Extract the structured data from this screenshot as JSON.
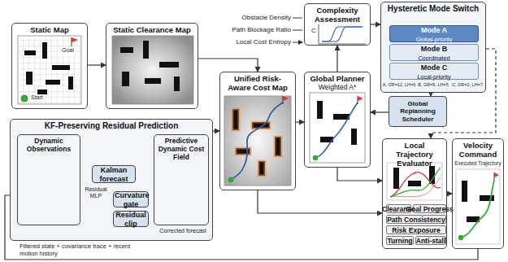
{
  "diagram": {
    "nodes": [
      {
        "text": [
          "Static Map"
        ]
      },
      {
        "text": [
          "Static Clearance Map"
        ]
      },
      {
        "text": [
          "Complexity Assessment"
        ]
      },
      {
        "text": [
          "Hysteretic Mode Switch"
        ]
      },
      {
        "text": [
          "Mode A",
          "Global-priority"
        ],
        "in": 3
      },
      {
        "text": [
          "Mode B",
          "Coordinated"
        ],
        "in": 3
      },
      {
        "text": [
          "Mode C",
          "Local-priority"
        ],
        "in": 3
      },
      {
        "text": [
          "Unified Risk-Aware Cost Map"
        ]
      },
      {
        "text": [
          "Global Planner",
          "Weighted A*"
        ]
      },
      {
        "text": [
          "Global Replanning Scheduler"
        ]
      },
      {
        "text": [
          "KF-Preserving Residual Prediction"
        ]
      },
      {
        "text": [
          "Dynamic Observations"
        ],
        "in": 10
      },
      {
        "text": [
          "Kalman forecast"
        ],
        "in": 10
      },
      {
        "text": [
          "Curvature gate"
        ],
        "in": 10
      },
      {
        "text": [
          "Residual clip"
        ],
        "in": 10
      },
      {
        "text": [
          "Predictive Dynamic Cost Field"
        ],
        "in": 10
      },
      {
        "text": [
          "Local Trajectory Evaluator"
        ]
      },
      {
        "text": [
          "Clearance"
        ],
        "in": 16
      },
      {
        "text": [
          "Goal Progress"
        ],
        "in": 16
      },
      {
        "text": [
          "Path Consistency"
        ],
        "in": 16
      },
      {
        "text": [
          "Risk Exposure"
        ],
        "in": 16
      },
      {
        "text": [
          "Turning"
        ],
        "in": 16
      },
      {
        "text": [
          "Anti-stall"
        ],
        "in": 16
      },
      {
        "text": [
          "Velocity Command"
        ]
      }
    ],
    "edges": [
      {
        "from": 0,
        "to": 1,
        "arrow": "to"
      },
      {
        "from": 1,
        "to": 7,
        "arrow": "to"
      },
      {
        "from": 10,
        "to": 7,
        "arrow": "to"
      },
      {
        "from": 7,
        "to": 8,
        "arrow": "to"
      },
      {
        "from": 8,
        "to": 2,
        "arrow": "to"
      },
      {
        "from": 2,
        "to": 3,
        "arrow": "to"
      },
      {
        "from": 3,
        "to": 9,
        "arrow": "to"
      },
      {
        "from": 9,
        "to": 8,
        "arrow": "to"
      },
      {
        "from": 3,
        "to": 16,
        "arrow": "to"
      },
      {
        "from": 8,
        "to": 16,
        "arrow": "to"
      },
      {
        "from": 7,
        "to": 16,
        "arrow": "to"
      },
      {
        "from": 16,
        "to": 23,
        "arrow": "to"
      },
      {
        "from": 23,
        "to": 11,
        "arrow": "to"
      },
      {
        "from": 11,
        "to": 12,
        "arrow": "to"
      },
      {
        "from": 12,
        "to": 15,
        "arrow": "to"
      },
      {
        "from": 13,
        "to": 15,
        "arrow": "to"
      },
      {
        "from": 14,
        "to": 15,
        "arrow": "to"
      }
    ],
    "labels": [
      "Obstacle Density",
      "Path Blockage Ratio",
      "Local Cost Entropy",
      "C",
      "Goal",
      "Start",
      "A, GR=12, LH=6",
      "B, GR=5, LH=5",
      "C, GR=2, LH=7",
      "Residual MLP",
      "Corrected forecast",
      "Filtered state + covariance trace + recent motion history",
      "Executed Trajectory"
    ]
  }
}
